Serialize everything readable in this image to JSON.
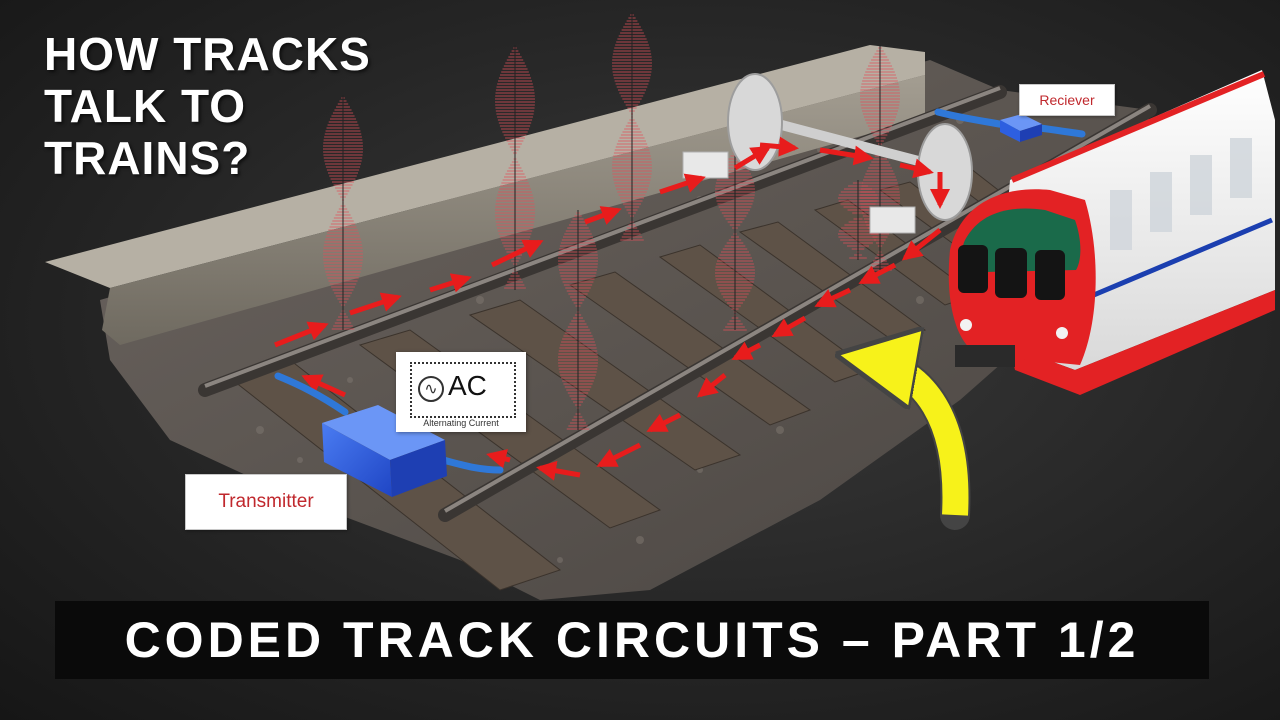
{
  "headline": {
    "line1": "HOW TRACKS",
    "line2": "TALK TO",
    "line3": "TRAINS?"
  },
  "labels": {
    "transmitter": "Transmitter",
    "receiver": "Reciever",
    "ac_title": "AC",
    "ac_subtitle": "Alternating Current"
  },
  "banner": {
    "title": "CODED TRACK CIRCUITS – PART 1/2"
  },
  "icons": {
    "ac_symbol": "sine-wave-icon",
    "pointer": "curved-arrow-icon"
  },
  "colors": {
    "current_arrow": "#e81c1c",
    "signal_wave": "#e0505a",
    "pointer_arrow": "#f7f21a",
    "transmitter_box": "#2d5fe0",
    "train_red": "#e32224",
    "train_stripe": "#1b3fb0",
    "label_text": "#c0282d"
  }
}
